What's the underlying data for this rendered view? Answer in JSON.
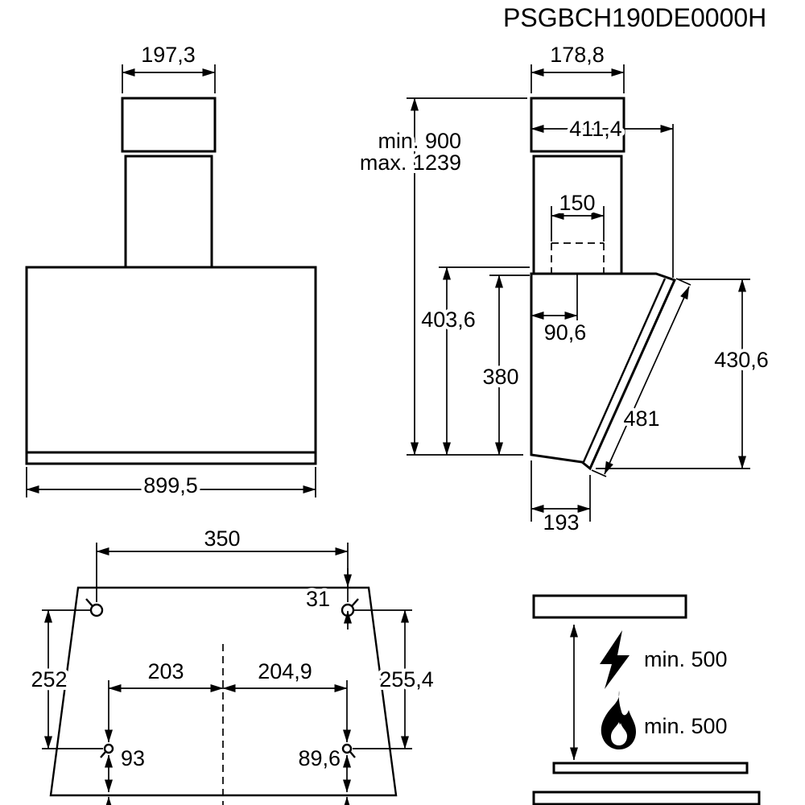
{
  "product_code": "PSGBCH190DE0000H",
  "colors": {
    "ink": "#000000",
    "paper": "#ffffff"
  },
  "views": {
    "front": {
      "chimney_width": "197,3",
      "body_width": "899,5"
    },
    "side": {
      "top_width": "178,8",
      "total_depth": "411,4",
      "height_min": "min. 900",
      "height_max": "max. 1239",
      "duct_width": "150",
      "duct_center_offset": "90,6",
      "rear_height_upper": "403,6",
      "rear_height": "380",
      "front_panel_height": "430,6",
      "front_panel_length": "481",
      "bottom_depth": "193"
    },
    "mounting": {
      "top_holes_spacing": "350",
      "top_hole_edge_offset": "31",
      "left_hole_drop": "252",
      "lower_left_offset": "203",
      "lower_right_offset": "204,9",
      "right_hole_drop": "255,4",
      "lower_left_edge": "93",
      "lower_right_edge": "89,6"
    },
    "clearance": {
      "electric_min_distance": "min. 500",
      "gas_min_distance": "min. 500",
      "icons": {
        "electric": "lightning-icon",
        "gas": "flame-icon"
      }
    }
  }
}
